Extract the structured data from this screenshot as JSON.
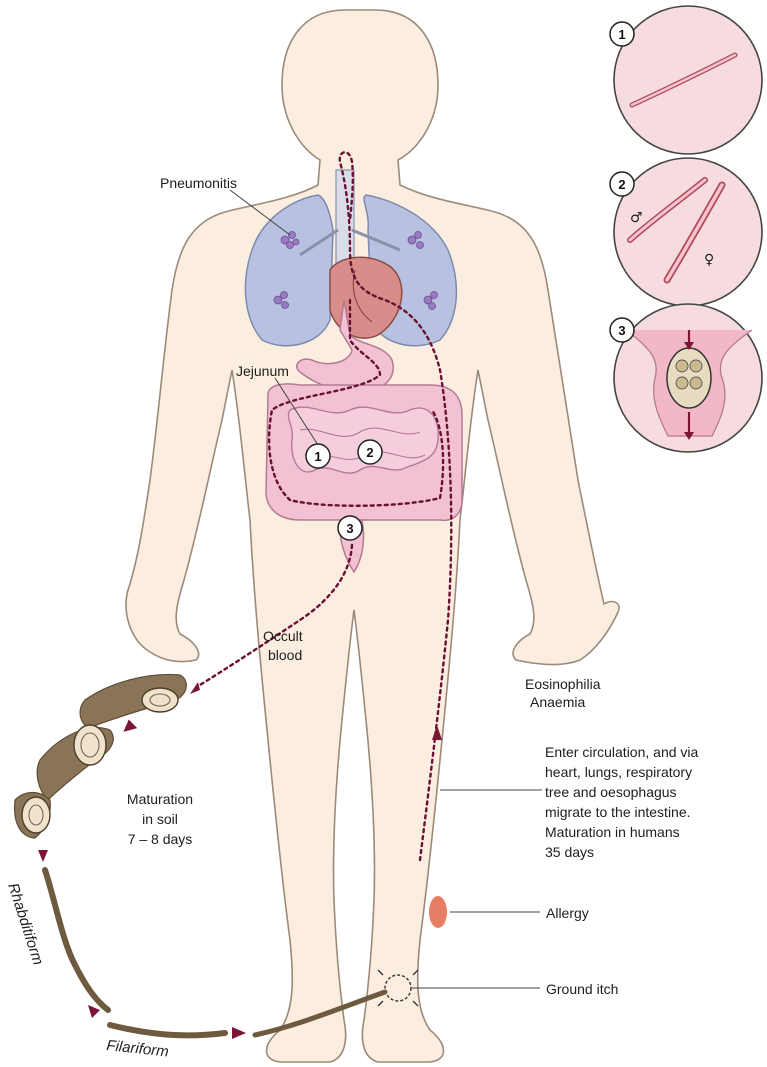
{
  "labels": {
    "pneumonitis": "Pneumonitis",
    "jejunum": "Jejunum",
    "occult_blood_1": "Occult",
    "occult_blood_2": "blood",
    "eosinophilia": "Eosinophilia",
    "anaemia": "Anaemia",
    "circulation": [
      "Enter circulation, and via",
      "heart, lungs, respiratory",
      "tree and oesophagus",
      "migrate to the intestine.",
      "Maturation in humans",
      "35 days"
    ],
    "maturation_soil": [
      "Maturation",
      "in soil",
      "7 – 8 days"
    ],
    "allergy": "Allergy",
    "ground_itch": "Ground itch",
    "rhabditiform": "Rhabditiform",
    "filariform": "Filariform"
  },
  "markers": [
    "1",
    "2",
    "3"
  ],
  "symbols": {
    "male": "♂",
    "female": "♀"
  },
  "colors": {
    "skin": "#fbeee0",
    "lung": "#b8c2e0",
    "gut": "#f2c2d4",
    "route": "#6a1030",
    "allergy": "#e0674a",
    "soil": "#8a7458"
  }
}
